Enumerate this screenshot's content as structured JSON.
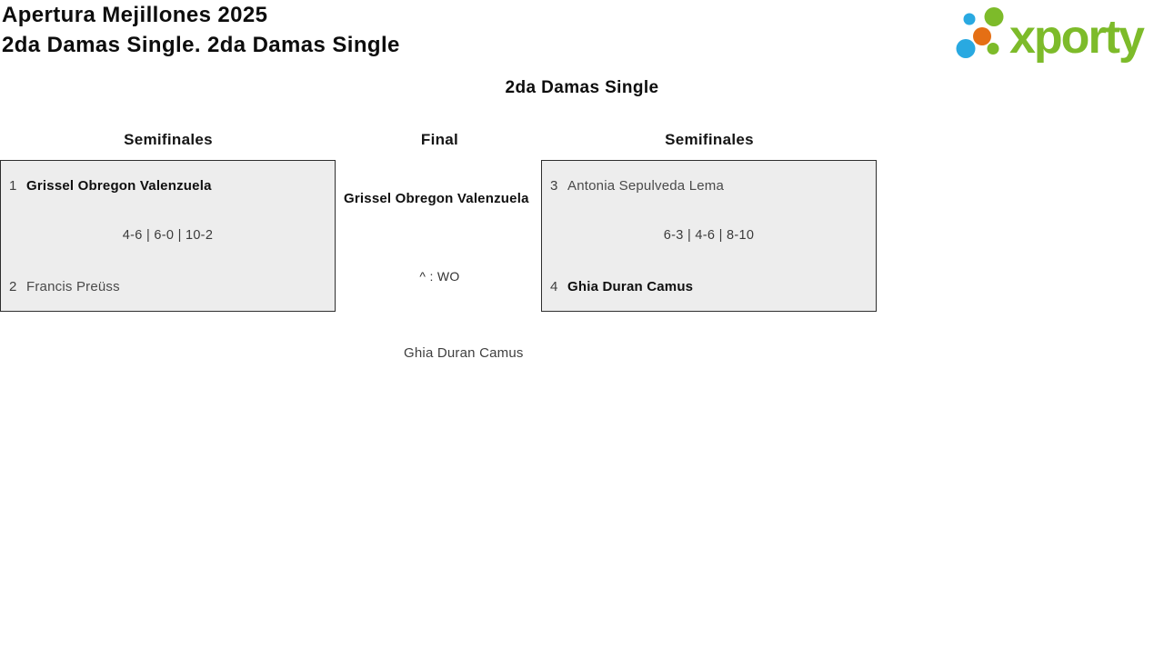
{
  "header": {
    "tournament": "Apertura Mejillones 2025",
    "subtitle": "2da Damas Single. 2da Damas Single",
    "logo_text": "xporty"
  },
  "colors": {
    "logo_green": "#7dbb2a",
    "logo_blue": "#29a9e1",
    "logo_orange": "#e56f14",
    "box_bg": "#ededed",
    "box_border": "#2e2e2e"
  },
  "bracket": {
    "title": "2da Damas Single",
    "rounds": {
      "left": "Semifinales",
      "center": "Final",
      "right": "Semifinales"
    },
    "semifinal_left": {
      "player1_seed": "1",
      "player1_name": "Grissel Obregon Valenzuela",
      "player2_seed": "2",
      "player2_name": "Francis Preüss",
      "score": "4-6 | 6-0 | 10-2"
    },
    "semifinal_right": {
      "player1_seed": "3",
      "player1_name": "Antonia Sepulveda Lema",
      "player2_seed": "4",
      "player2_name": "Ghia Duran Camus",
      "score": "6-3 | 4-6 | 8-10"
    },
    "final": {
      "winner_name": "Grissel Obregon Valenzuela",
      "result": "^ : WO",
      "runner_up_name": "Ghia Duran Camus"
    }
  }
}
